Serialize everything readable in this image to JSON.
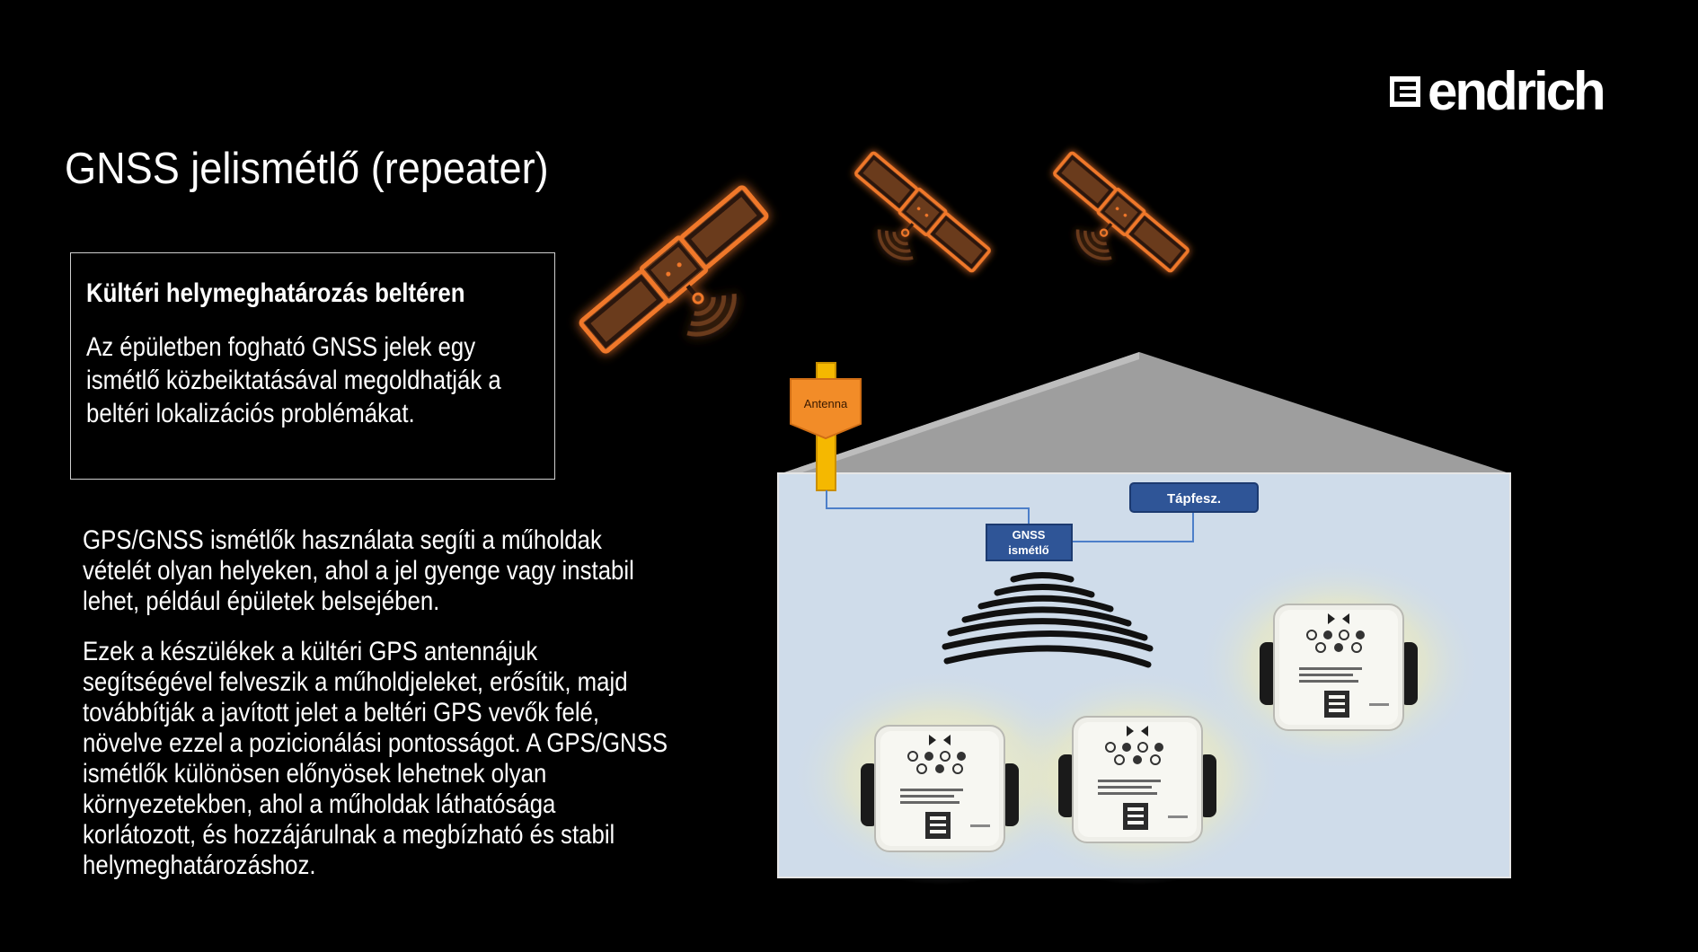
{
  "logo": {
    "text": "endrich"
  },
  "title": "GNSS jelismétlő (repeater)",
  "box": {
    "heading": "Kültéri helymeghatározás beltéren",
    "text": "Az épületben fogható GNSS jelek egy ismétlő közbeiktatásával megoldhatják a beltéri lokalizációs problémákat."
  },
  "paragraphs": [
    "GPS/GNSS ismétlők használata segíti a műholdak vételét olyan helyeken, ahol a jel gyenge vagy instabil lehet, például épületek belsejében.",
    "Ezek a készülékek a kültéri GPS antennájuk segítségével felveszik a műholdjeleket, erősítik, majd továbbítják a javított jelet a beltéri GPS vevők felé, növelve ezzel a pozicionálási pontosságot. A GPS/GNSS ismétlők különösen előnyösek lehetnek olyan környezetekben, ahol a műholdak láthatósága korlátozott, és hozzájárulnak a megbízható és stabil helymeghatározáshoz."
  ],
  "diagram": {
    "antenna_label": "Antenna",
    "repeater_label_line1": "GNSS",
    "repeater_label_line2": "ismétlő",
    "power_label": "Tápfesz."
  },
  "colors": {
    "background": "#000000",
    "satellite_fill": "#6b3a1c",
    "satellite_glow": "#e06a20",
    "antenna_orange": "#f28c28",
    "antenna_yellow": "#f5b800",
    "box_blue": "#2f5597",
    "room_fill": "#cfdcea",
    "roof_fill": "#9e9e9e"
  }
}
